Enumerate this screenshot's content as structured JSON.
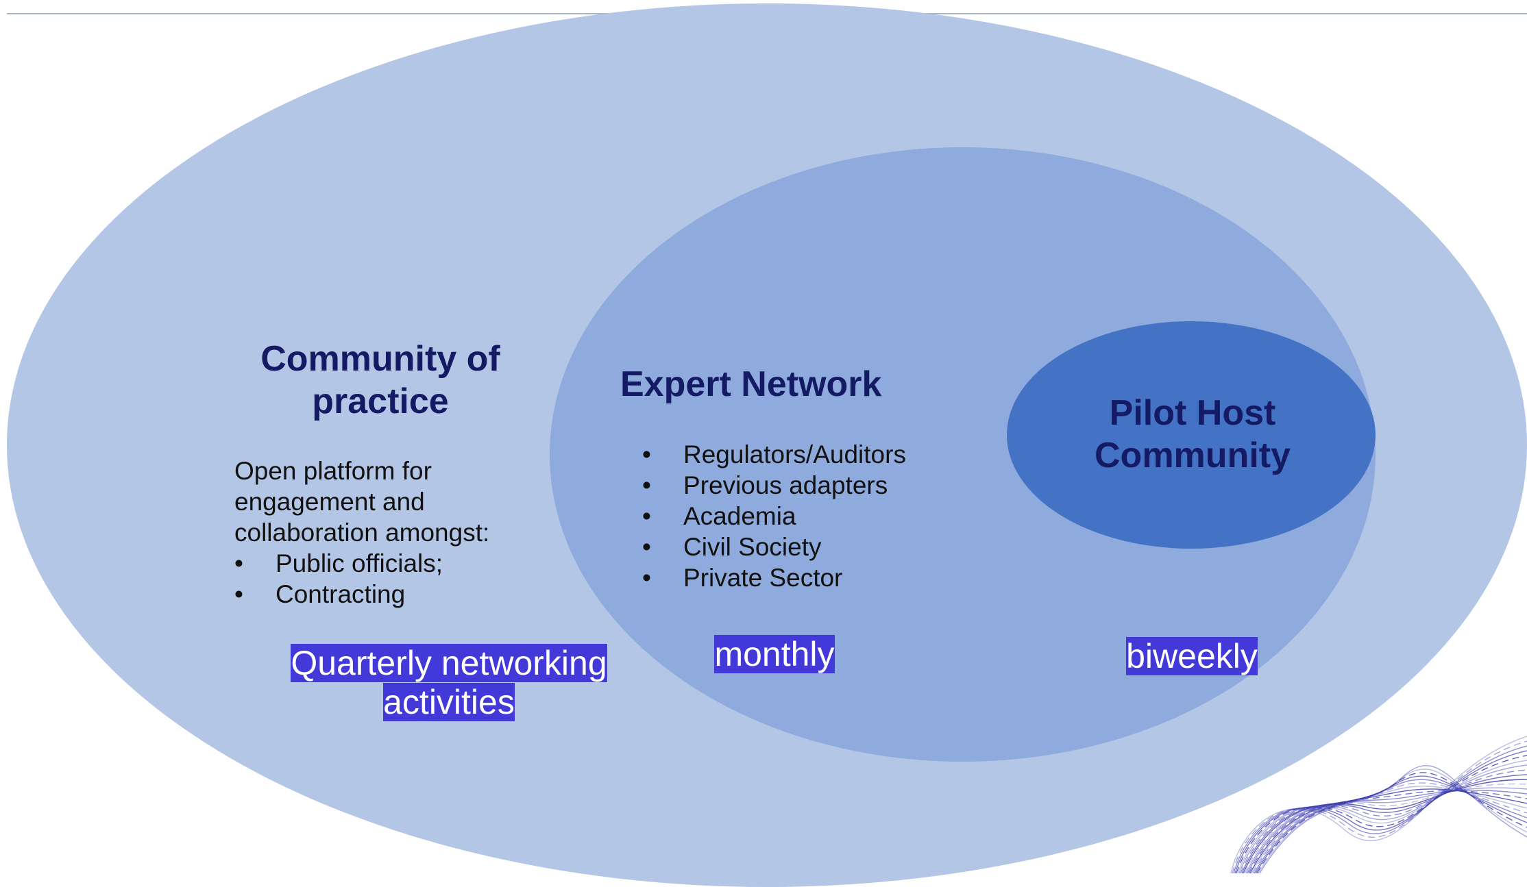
{
  "colors": {
    "outer_ellipse": "#b4c6e6",
    "middle_ellipse": "#8faadc",
    "inner_ellipse": "#4472c4",
    "title_text": "#151a64",
    "frequency_highlight": "#4338d8",
    "decoration_lines": "#3d3fb0"
  },
  "community_of_practice": {
    "title": "Community of practice",
    "description": "Open platform for engagement and collaboration amongst:",
    "items": [
      "Public officials;",
      "Contracting"
    ],
    "frequency": "Quarterly networking activities"
  },
  "expert_network": {
    "title": "Expert Network",
    "items": [
      "Regulators/Auditors",
      "Previous adapters",
      "Academia",
      "Civil Society",
      "Private Sector"
    ],
    "frequency": "monthly"
  },
  "pilot_host_community": {
    "title": "Pilot Host Community",
    "frequency": "biweekly"
  }
}
